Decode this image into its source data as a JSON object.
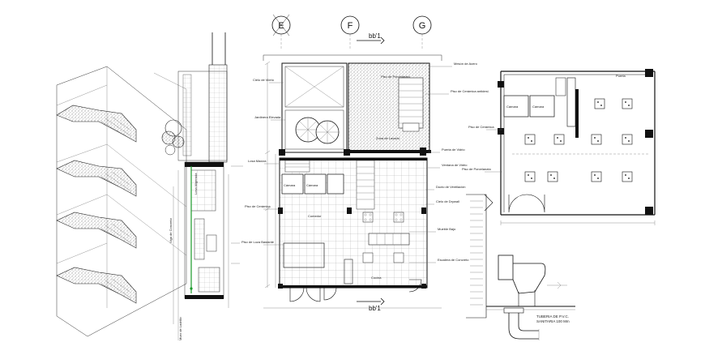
{
  "grid_axes": [
    "E",
    "F",
    "G"
  ],
  "section_marks": {
    "top": "bb'1",
    "bottom": "bb'1"
  },
  "plan_labels": [
    "Cielo de Vidrio",
    "Jardinera Elevada",
    "Losa Maciza",
    "Piso de Cerámica",
    "Piso de Loza Bastante",
    "Mesón de Acero",
    "Piso de Cerámica antidesl.",
    "Puerta de Vidrio",
    "Ventana de Vidrio",
    "Ducto de Ventilación",
    "Cielo de Drywall",
    "Mueble Bajo",
    "Escalera de Concreto",
    "Piso de Porcelanato",
    "Zona de Lavado",
    "Cocina",
    "Comedor"
  ],
  "elevation_labels": [
    "Muro de Ladrillo",
    "Losa Aligerada",
    "Viga de Concreto"
  ],
  "right_labels": [
    "Piso de Cerámica",
    "Piso de Porcelanato",
    "Puerta"
  ],
  "equipment": {
    "a": "Cámara",
    "b": "Cámara",
    "c": "Cámara",
    "d": "Cámara"
  },
  "detail_caption": {
    "line1": "TUBERIA DE P.V.C.",
    "line2": "SANITARIA 100 Mm"
  }
}
